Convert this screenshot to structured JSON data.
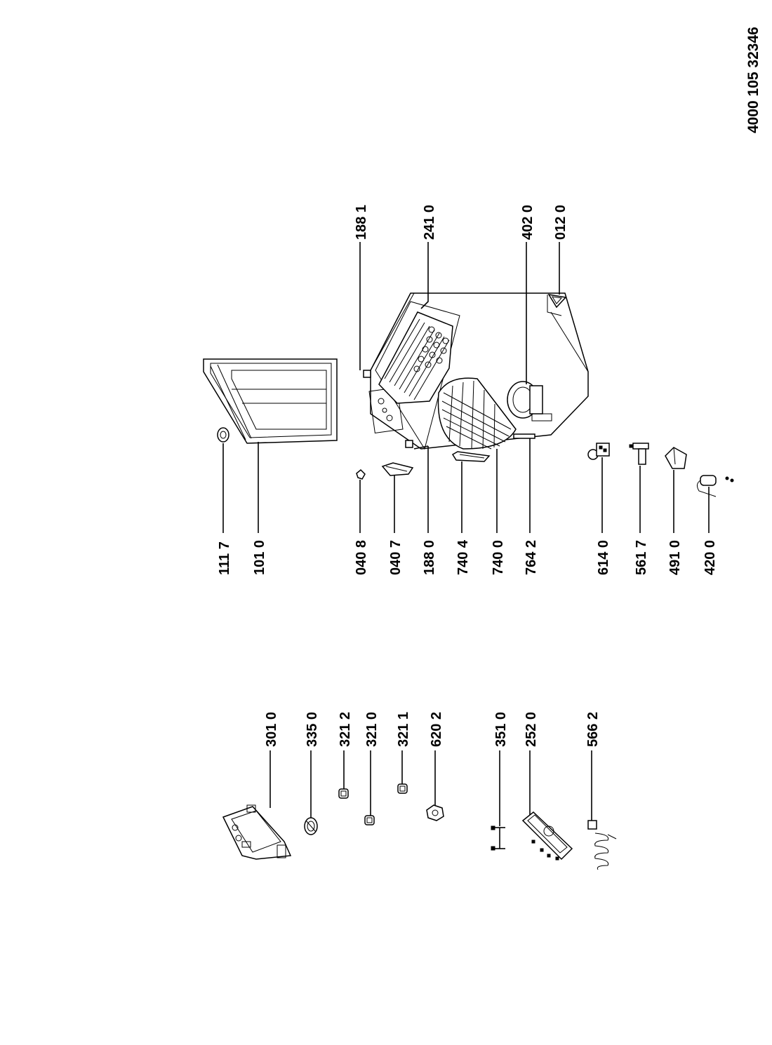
{
  "document_code": "4000 105 32346",
  "labels": {
    "l1117": "111 7",
    "l1010": "101 0",
    "l0408": "040 8",
    "l0407": "040 7",
    "l1880": "188 0",
    "l7404": "740 4",
    "l7400": "740 0",
    "l7642": "764 2",
    "l6140": "614 0",
    "l5617": "561 7",
    "l4910": "491 0",
    "l4200": "420 0",
    "l1881": "188 1",
    "l2410": "241 0",
    "l4020": "402 0",
    "l0120": "012 0",
    "l3010": "301 0",
    "l3350": "335 0",
    "l3212": "321 2",
    "l3210": "321 0",
    "l3211": "321 1",
    "l6202": "620 2",
    "l3510": "351 0",
    "l2520": "252 0",
    "l5662": "566 2"
  }
}
